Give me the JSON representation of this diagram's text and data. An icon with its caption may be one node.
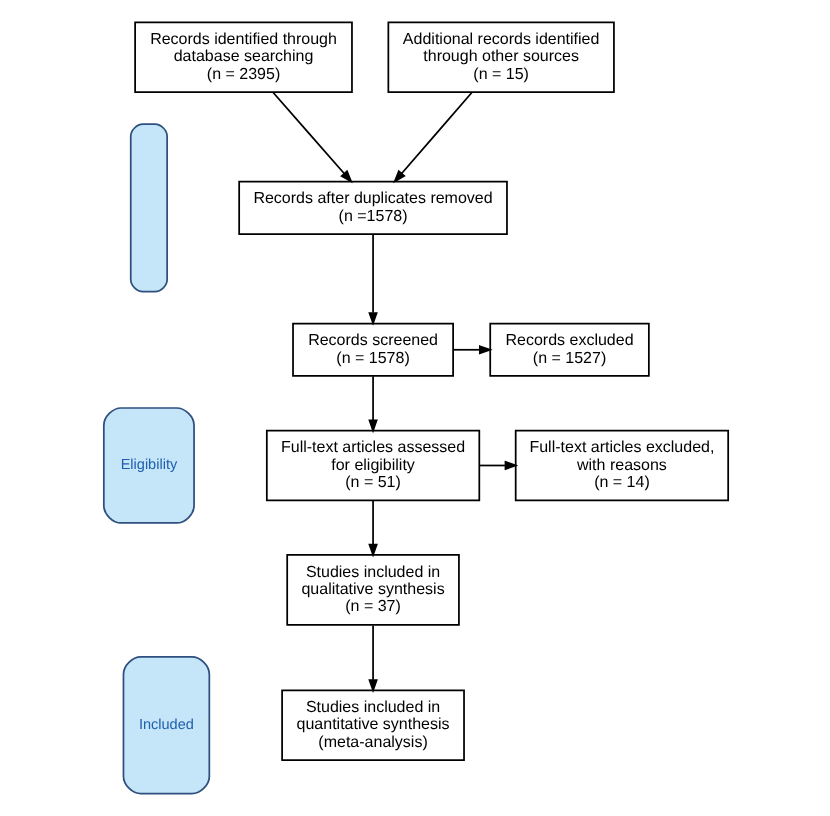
{
  "diagram": {
    "nodes": [
      {
        "text": [
          "Records identified through database searching",
          "(n = 2395)"
        ]
      },
      {
        "text": [
          "Additional records identified through other sources",
          "(n = 15)"
        ]
      },
      {
        "text": [
          "Records after duplicates removed",
          "(n =1578)"
        ]
      },
      {
        "text": [
          "Records screened",
          "(n = 1578)"
        ]
      },
      {
        "text": [
          "Records excluded",
          "(n = 1527)"
        ]
      },
      {
        "text": [
          "Full-text articles assessed for eligibility",
          "(n = 51)"
        ]
      },
      {
        "text": [
          "Full-text articles excluded, with reasons",
          "(n = 14)"
        ]
      },
      {
        "text": [
          "Studies included in qualitative synthesis",
          "(n = 37)"
        ]
      },
      {
        "text": [
          "Studies included in quantitative synthesis (meta-analysis)"
        ]
      },
      {
        "text": [],
        "shape": "box"
      },
      {
        "text": [
          "Eligibility"
        ]
      },
      {
        "text": [
          "Included"
        ]
      }
    ],
    "edges": [
      {
        "from": 0,
        "to": 2,
        "arrow": "to"
      },
      {
        "from": 1,
        "to": 2,
        "arrow": "to"
      },
      {
        "from": 2,
        "to": 3,
        "arrow": "to"
      },
      {
        "from": 3,
        "to": 4,
        "arrow": "to"
      },
      {
        "from": 3,
        "to": 5,
        "arrow": "to"
      },
      {
        "from": 5,
        "to": 6,
        "arrow": "to"
      },
      {
        "from": 5,
        "to": 7,
        "arrow": "to"
      },
      {
        "from": 7,
        "to": 8,
        "arrow": "to"
      }
    ]
  }
}
